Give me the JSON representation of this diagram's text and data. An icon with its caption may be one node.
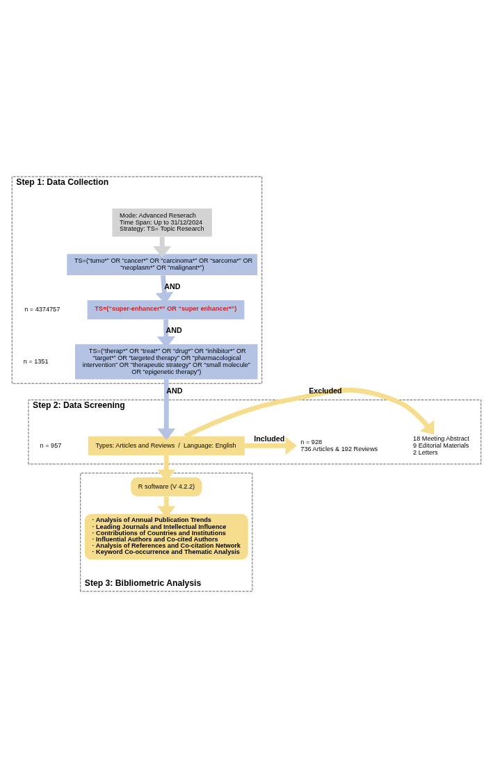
{
  "diagram": {
    "nodes": [
      {
        "text": [
          "Step 1: Data Collection"
        ]
      },
      {
        "text": [
          "Mode: Advanced Reserach",
          "Time Span: Up to 31/12/2024",
          "Strategy: TS= Topic Research"
        ],
        "in": 0
      },
      {
        "text": [
          "TS=(“tumo*” OR “cancer*” OR “carcinoma*” OR “sarcoma*” OR “neoplasm*” OR “malignant*”)"
        ],
        "in": 0
      },
      {
        "text": [
          "TS=(“super-enhancer*” OR “super enhancer*”)"
        ],
        "in": 0
      },
      {
        "text": [
          "TS=(“therap*” OR “treat*” OR “drug*” OR “inhibitor*” OR “target*” OR “targeted therapy” OR “pharmacological intervention” OR \"therapeutic strategy\" OR “small molecule” OR “epigenetic therapy”)"
        ],
        "in": 0
      },
      {
        "text": [
          "Step 2: Data Screening"
        ]
      },
      {
        "text": [
          "Types: Articles and Reviews  /  Language: English"
        ],
        "in": 5
      },
      {
        "text": [
          "18 Meeting Abstract",
          "9 Editorial Materials",
          "2 Letters"
        ],
        "in": 5
      },
      {
        "text": [
          "n = 928",
          "736 Articles & 192 Reviews"
        ],
        "in": 5
      },
      {
        "text": [
          "Step 3: Bibliometric Analysis"
        ]
      },
      {
        "text": [
          "R software (V 4.2.2)"
        ],
        "in": 9
      },
      {
        "text": [
          "· Analysis of Annual Publication Trends",
          "· Leading Journals and Intellectual Influence",
          "· Contributions of Countries and Institutions",
          "· Influential Authors and Co-cited Authors",
          "· Analysis of References and Co-citation Network",
          "· Keyword Co-occurrence and Thematic Analysis"
        ],
        "in": 9
      }
    ],
    "edges": [
      {
        "from": 1,
        "to": 2,
        "arrow": "to",
        "color": "#d3d3d3"
      },
      {
        "from": 2,
        "to": 3,
        "arrow": "to",
        "label": "AND",
        "color": "#b4c3e3"
      },
      {
        "from": 3,
        "to": 4,
        "arrow": "to",
        "label": "AND",
        "color": "#b4c3e3"
      },
      {
        "from": 4,
        "to": 6,
        "arrow": "to",
        "label": "AND",
        "color": "#b4c3e3"
      },
      {
        "from": 6,
        "to": 7,
        "arrow": "to",
        "label": "Excluded"
      },
      {
        "from": 6,
        "to": 8,
        "arrow": "to",
        "label": "Included"
      },
      {
        "from": 6,
        "to": 10,
        "arrow": "to"
      },
      {
        "from": 10,
        "to": 11,
        "arrow": "to"
      }
    ],
    "labels": [
      "n = 4374757",
      "n = 1351",
      "n = 957"
    ]
  }
}
